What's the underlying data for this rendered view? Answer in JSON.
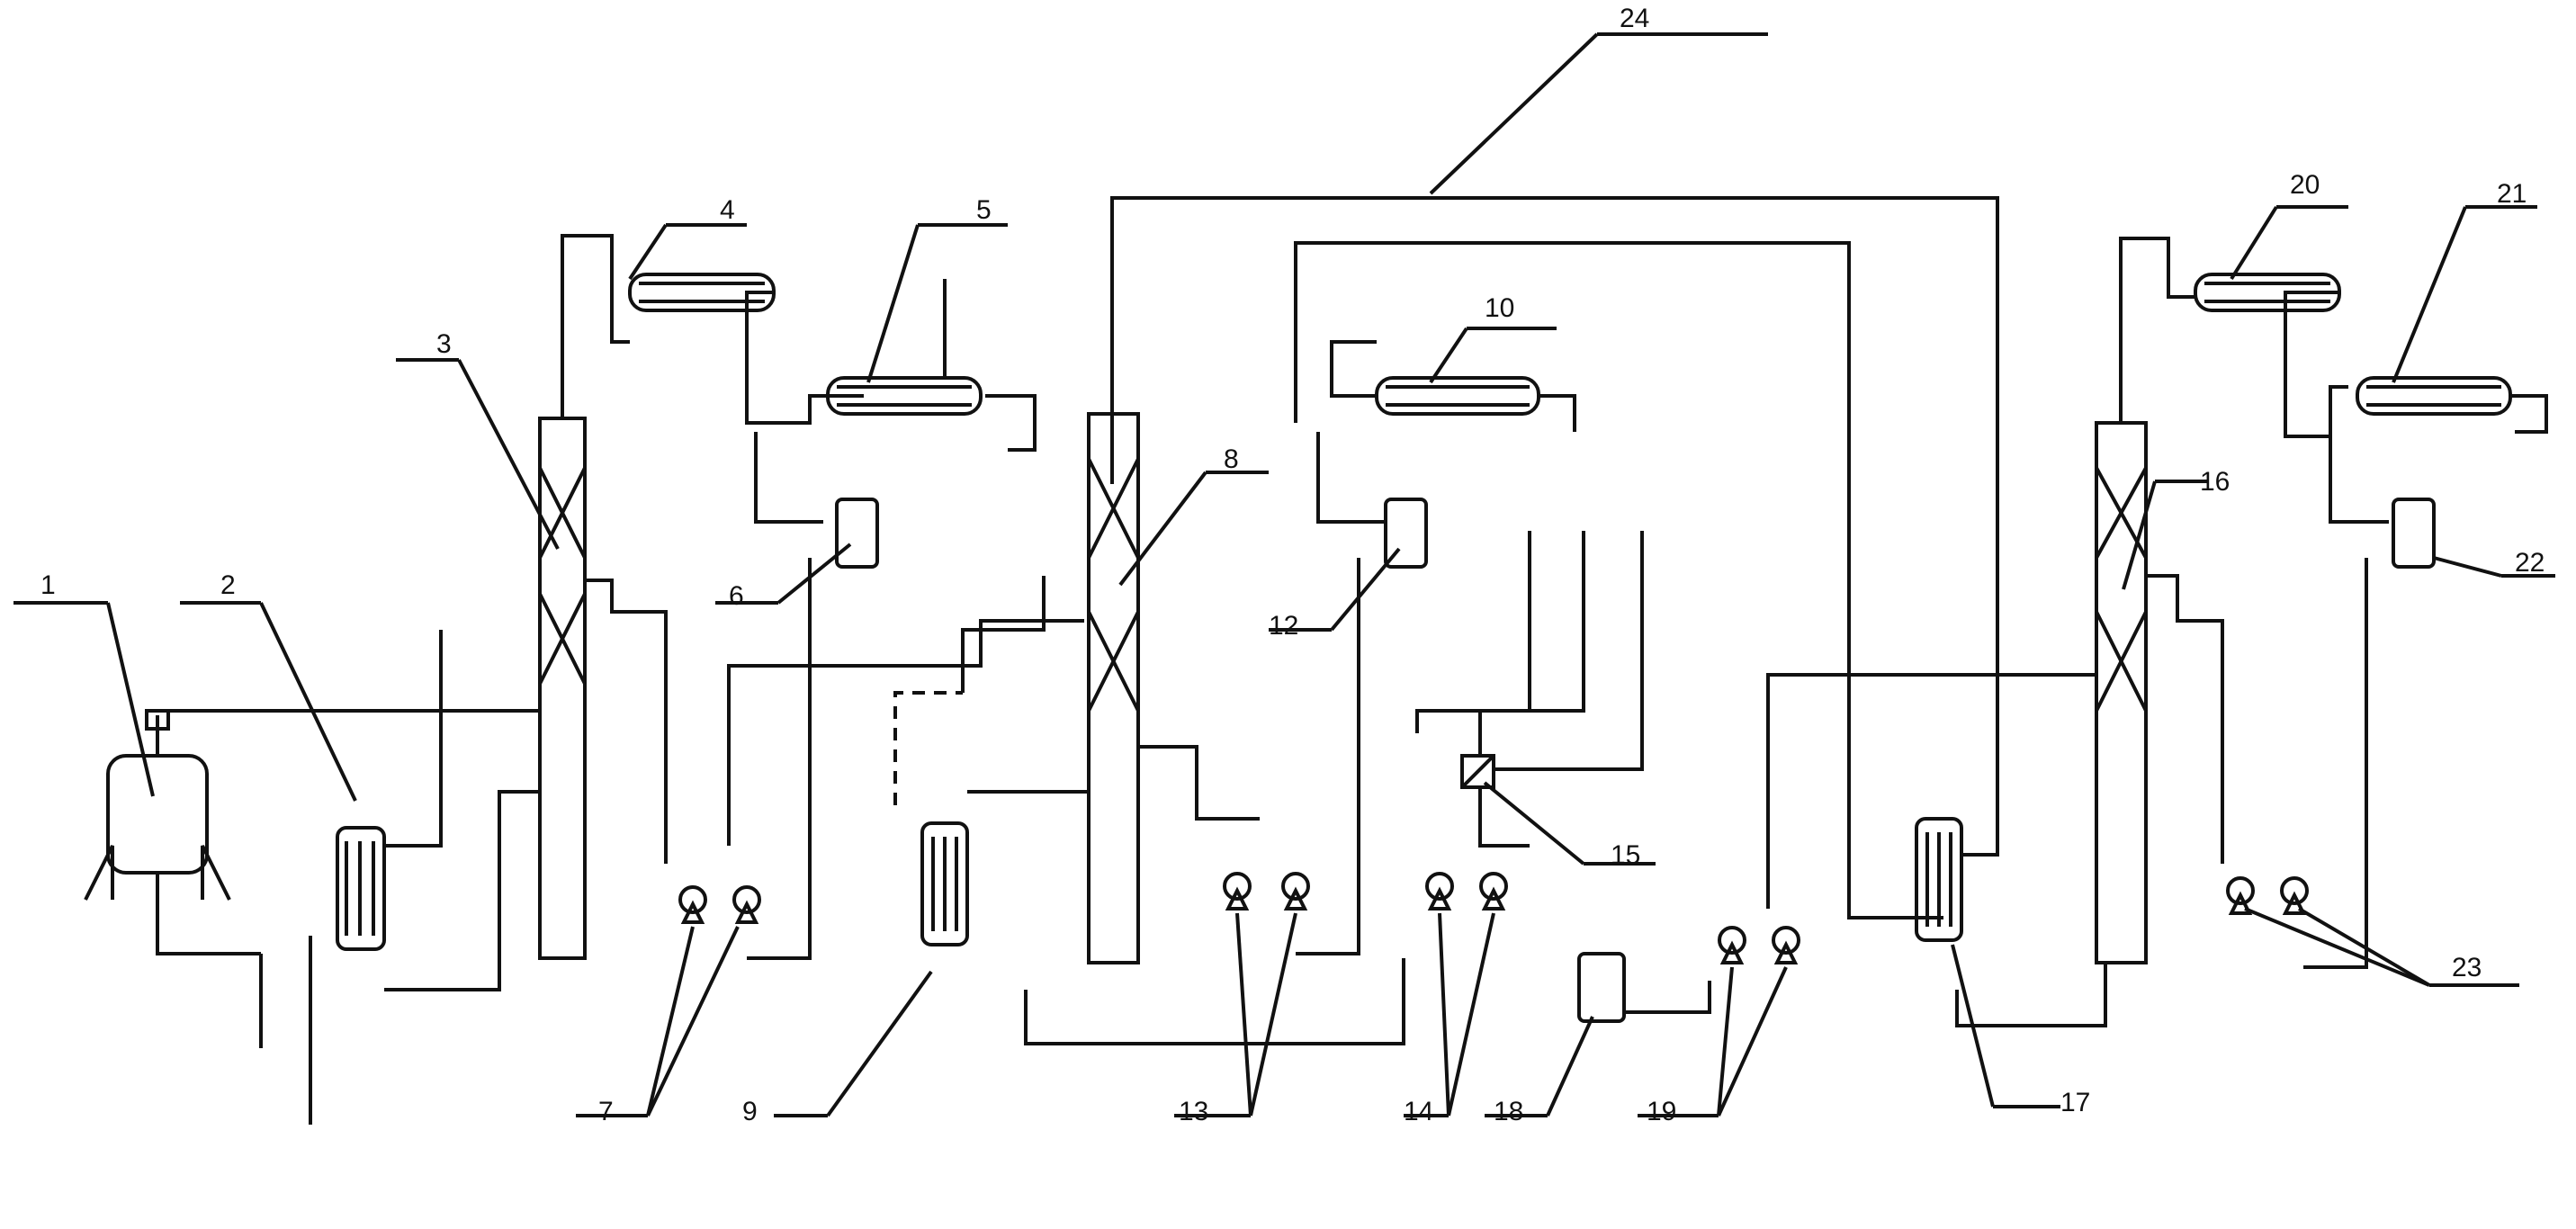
{
  "diagram": {
    "type": "process-flow-diagram",
    "line_color": "#111111",
    "background": "#ffffff",
    "equipment_numbers": [
      "1",
      "2",
      "3",
      "4",
      "5",
      "6",
      "7",
      "8",
      "9",
      "10",
      "12",
      "13",
      "14",
      "15",
      "16",
      "17",
      "18",
      "19",
      "20",
      "21",
      "22",
      "23",
      "24"
    ]
  }
}
